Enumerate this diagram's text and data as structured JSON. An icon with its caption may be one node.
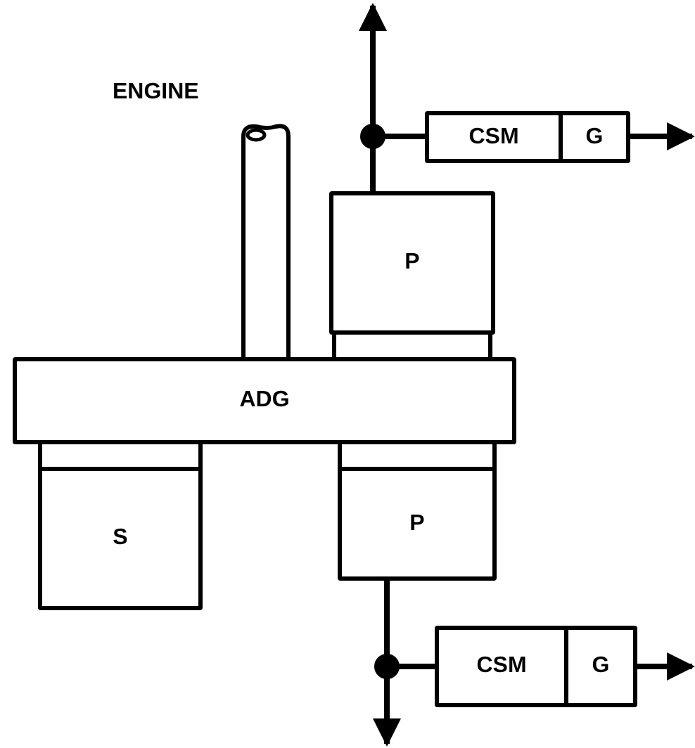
{
  "diagram": {
    "nodes": [
      {
        "text": [
          "ENGINE"
        ]
      },
      {
        "text": [
          "CSM"
        ]
      },
      {
        "text": [
          "G"
        ]
      },
      {
        "text": [
          "P"
        ]
      },
      {
        "text": [],
        "shape": "bar"
      },
      {
        "text": [
          "ADG"
        ]
      },
      {
        "text": [],
        "shape": "bar"
      },
      {
        "text": [],
        "shape": "bar"
      },
      {
        "text": [
          "S"
        ]
      },
      {
        "text": [
          "P"
        ]
      },
      {
        "text": [
          "CSM"
        ]
      },
      {
        "text": [
          "G"
        ]
      }
    ],
    "edges": [
      {
        "from": 3,
        "to": null,
        "arrow": "to"
      },
      {
        "from": 3,
        "to": 1,
        "arrow": "none"
      },
      {
        "from": 2,
        "to": null,
        "arrow": "to"
      },
      {
        "from": 9,
        "to": null,
        "arrow": "to"
      },
      {
        "from": 9,
        "to": 10,
        "arrow": "none"
      },
      {
        "from": 11,
        "to": null,
        "arrow": "to"
      }
    ]
  }
}
